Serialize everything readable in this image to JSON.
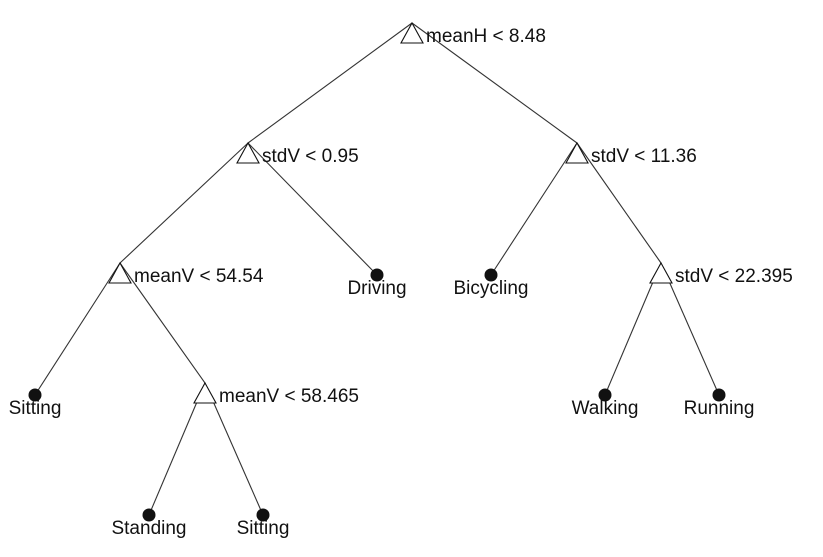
{
  "tree": {
    "splits": [
      {
        "id": "root",
        "condition": "meanH < 8.48"
      },
      {
        "id": "l1",
        "condition": "stdV < 0.95"
      },
      {
        "id": "r1",
        "condition": "stdV < 11.36"
      },
      {
        "id": "ll2",
        "condition": "meanV < 54.54"
      },
      {
        "id": "rr2",
        "condition": "stdV < 22.395"
      },
      {
        "id": "llr3",
        "condition": "meanV < 58.465"
      }
    ],
    "leaves": [
      {
        "id": "lr2",
        "label": "Driving"
      },
      {
        "id": "rl2",
        "label": "Bicycling"
      },
      {
        "id": "lll3",
        "label": "Sitting"
      },
      {
        "id": "rrl3",
        "label": "Walking"
      },
      {
        "id": "rrr3",
        "label": "Running"
      },
      {
        "id": "llrl4",
        "label": "Standing"
      },
      {
        "id": "llrr4",
        "label": "Sitting"
      }
    ],
    "edges": [
      [
        "root",
        "l1"
      ],
      [
        "root",
        "r1"
      ],
      [
        "l1",
        "ll2"
      ],
      [
        "l1",
        "lr2"
      ],
      [
        "r1",
        "rl2"
      ],
      [
        "r1",
        "rr2"
      ],
      [
        "ll2",
        "lll3"
      ],
      [
        "ll2",
        "llr3"
      ],
      [
        "rr2",
        "rrl3"
      ],
      [
        "rr2",
        "rrr3"
      ],
      [
        "llr3",
        "llrl4"
      ],
      [
        "llr3",
        "llrr4"
      ]
    ]
  }
}
